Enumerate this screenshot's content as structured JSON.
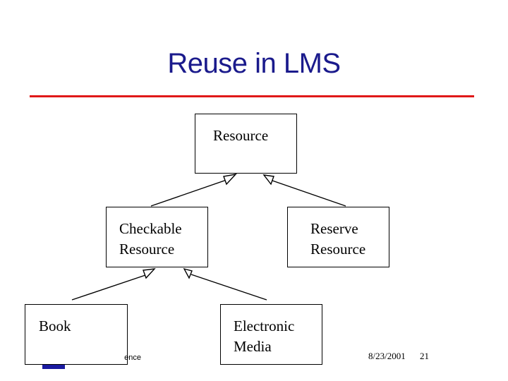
{
  "slide": {
    "title": "Reuse in LMS",
    "footer_text": "ence",
    "date": "8/23/2001",
    "page_number": "21"
  },
  "diagram": {
    "nodes": {
      "resource": [
        "Resource"
      ],
      "checkable_resource": [
        "Checkable",
        "Resource"
      ],
      "reserve_resource": [
        "Reserve",
        "Resource"
      ],
      "book": [
        "Book"
      ],
      "electronic_media": [
        "Electronic",
        "Media"
      ]
    },
    "relations": [
      {
        "from": "checkable_resource",
        "to": "resource",
        "type": "generalization"
      },
      {
        "from": "reserve_resource",
        "to": "resource",
        "type": "generalization"
      },
      {
        "from": "book",
        "to": "checkable_resource",
        "type": "generalization"
      },
      {
        "from": "electronic_media",
        "to": "checkable_resource",
        "type": "generalization"
      }
    ]
  },
  "colors": {
    "title": "#1a1a8c",
    "rule": "#e01818",
    "logo": "#1a1aa0"
  }
}
